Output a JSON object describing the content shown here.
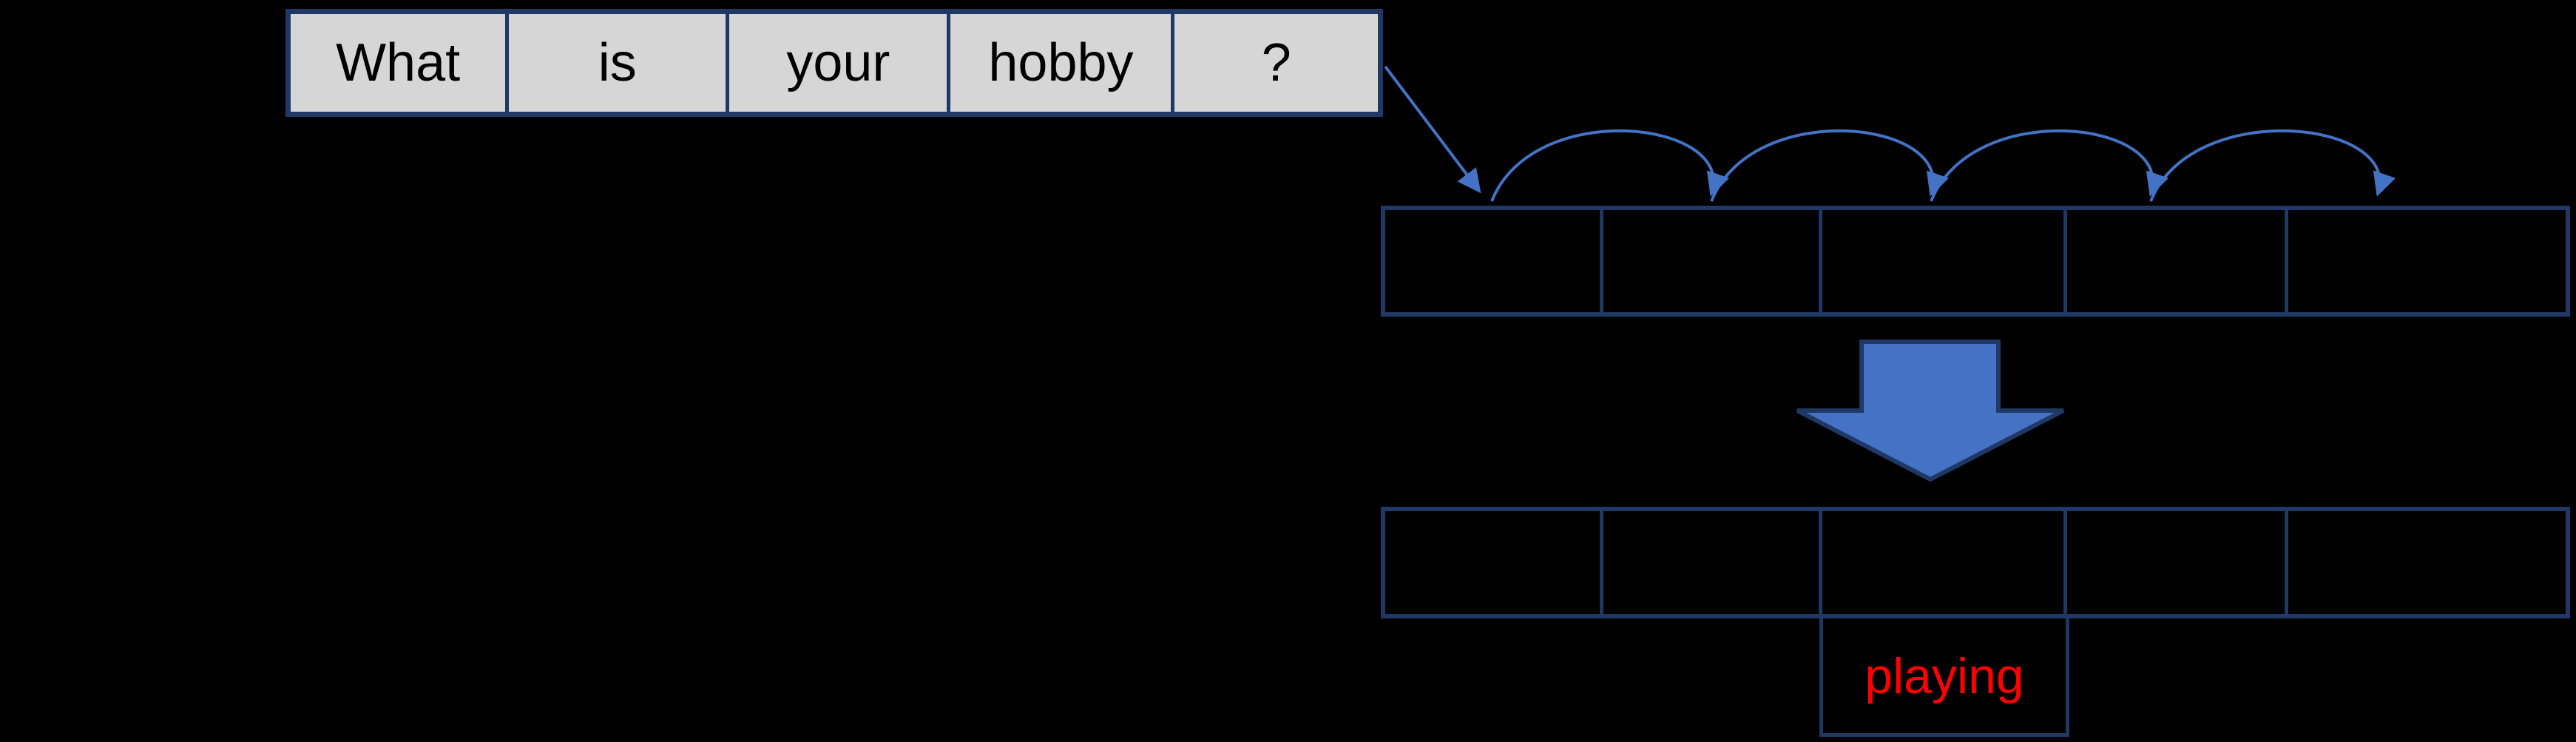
{
  "colors": {
    "background": "#000000",
    "border_navy": "#1F3864",
    "cell_gray": "#D6D6D6",
    "accent_blue": "#4472C4",
    "highlight_red": "#FF0000",
    "text_black": "#000000"
  },
  "sentence": {
    "words": [
      "What",
      "is",
      "your",
      "hobby",
      "?"
    ]
  },
  "encoder_row": {
    "cells": [
      "",
      "",
      "",
      "",
      ""
    ]
  },
  "decoder_row": {
    "cells": [
      "",
      "",
      "",
      "",
      ""
    ]
  },
  "prediction": {
    "label": "playing"
  }
}
